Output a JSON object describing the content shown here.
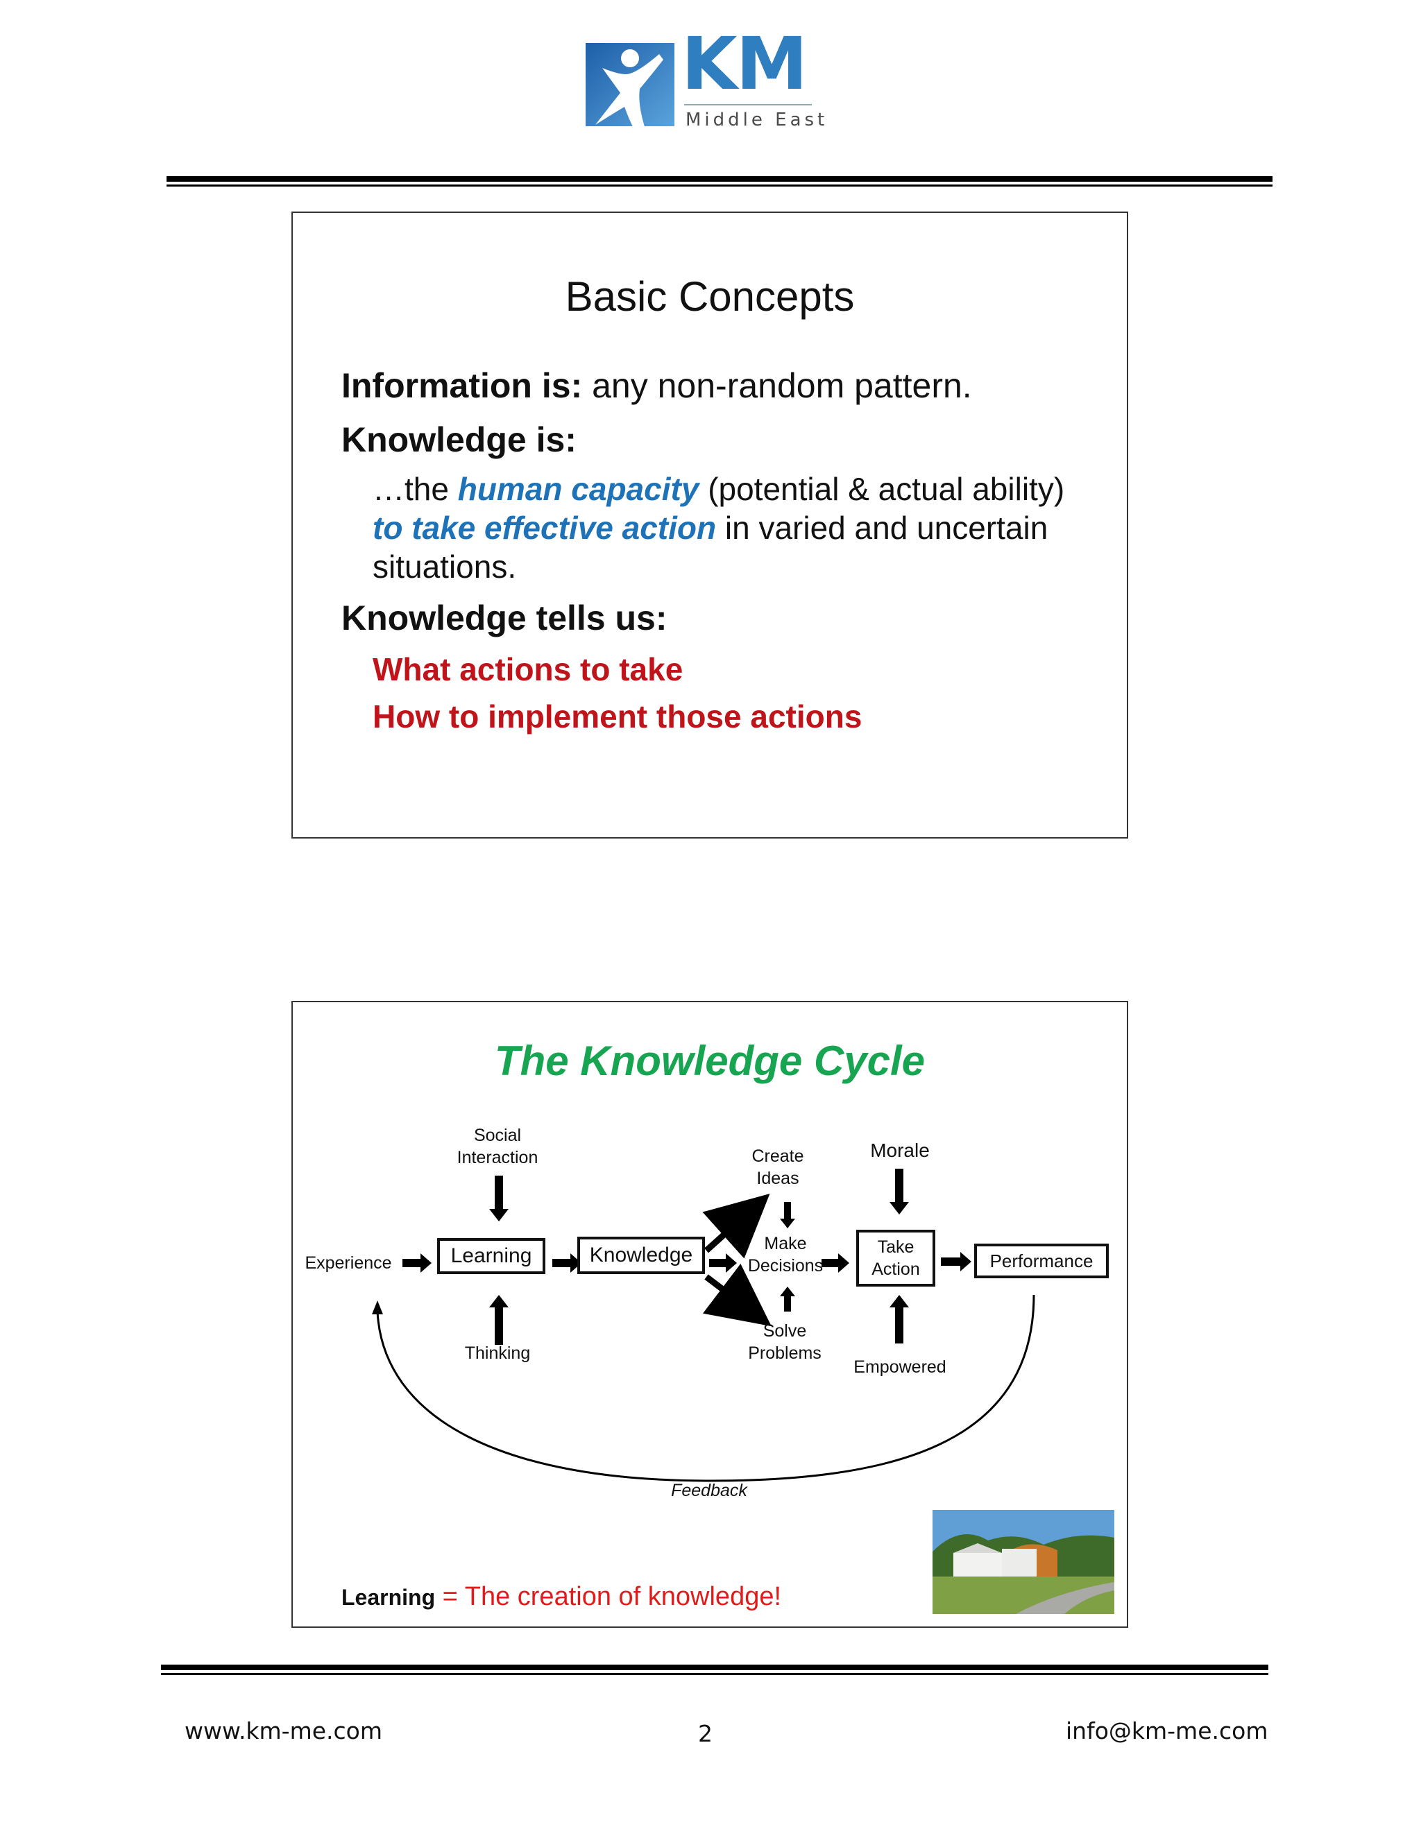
{
  "header": {
    "logo_main": "KM",
    "logo_sub": "Middle East"
  },
  "slide1": {
    "title": "Basic Concepts",
    "info_label": "Information is:",
    "info_text": " any non-random pattern.",
    "knowledge_label": "Knowledge is:",
    "def_prefix": "…the ",
    "def_emph1": "human capacity",
    "def_mid": " (potential & actual ability)",
    "def_emph2": "to take effective action",
    "def_rest": " in varied and uncertain",
    "def_end": "situations.",
    "tells_label": "Knowledge tells us:",
    "tell_1": "What actions to take",
    "tell_2": "How to implement those actions"
  },
  "slide2": {
    "title": "The Knowledge Cycle",
    "social_1": "Social",
    "social_2": "Interaction",
    "experience": "Experience",
    "learning": "Learning",
    "thinking": "Thinking",
    "knowledge": "Knowledge",
    "create_1": "Create",
    "create_2": "Ideas",
    "make_1": "Make",
    "make_2": "Decisions",
    "solve_1": "Solve",
    "solve_2": "Problems",
    "morale": "Morale",
    "take_1": "Take",
    "take_2": "Action",
    "empowered": "Empowered",
    "performance": "Performance",
    "feedback": "Feedback",
    "footer_bold": "Learning",
    "footer_rest": " = The creation of knowledge!"
  },
  "footer": {
    "website": "www.km-me.com",
    "page": "2",
    "email": "info@km-me.com"
  },
  "colors": {
    "blue": "#1d72b8",
    "red": "#c0141b",
    "green": "#18a551",
    "logo_blue": "#2f7ec0"
  }
}
